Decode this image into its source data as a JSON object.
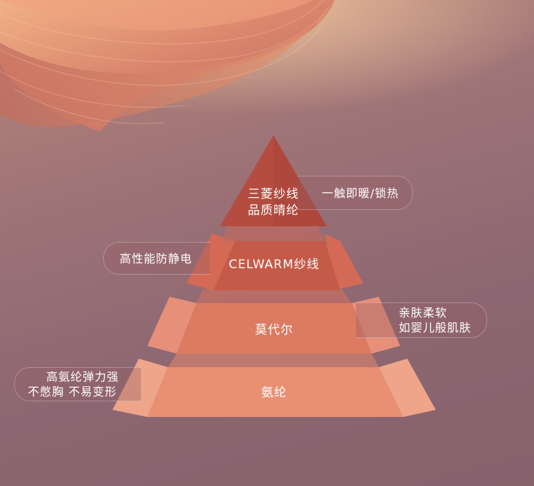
{
  "pyramid": {
    "tiers": [
      {
        "lines": [
          "三菱纱线",
          "品质晴纶"
        ]
      },
      {
        "lines": [
          "CELWARM纱线"
        ]
      },
      {
        "lines": [
          "莫代尔"
        ]
      },
      {
        "lines": [
          "氨纶"
        ]
      }
    ]
  },
  "callouts": [
    {
      "lines": [
        "一触即暖/锁热"
      ]
    },
    {
      "lines": [
        "高性能防静电"
      ]
    },
    {
      "lines": [
        "亲肤柔软",
        "如婴儿般肌肤"
      ]
    },
    {
      "lines": [
        "高氨纶弹力强",
        "不憋胸 不易变形"
      ]
    }
  ],
  "colors": {
    "tier1": "#b44d40",
    "tier2": "#c55a48",
    "tier3": "#dc7a62",
    "tier4": "#e98f74"
  }
}
